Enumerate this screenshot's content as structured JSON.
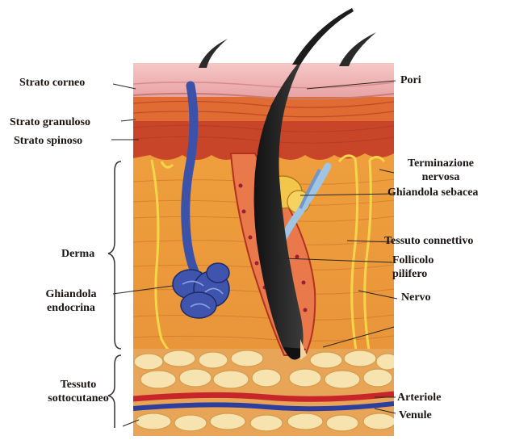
{
  "diagram": {
    "labels": {
      "strato_corneo": "Strato corneo",
      "strato_granuloso": "Strato granuloso",
      "strato_spinoso": "Strato spinoso",
      "derma": "Derma",
      "ghiandola_endocrina": [
        "Ghiandola",
        "endocrina"
      ],
      "tessuto_sottocutaneo": [
        "Tessuto",
        "sottocutaneo"
      ],
      "pori": "Pori",
      "terminazione_nervosa": [
        "Terminazione",
        "nervosa"
      ],
      "ghiandola_sebacea": "Ghiandola sebacea",
      "tessuto_connettivo": "Tessuto connettivo",
      "follicolo_pilifero": [
        "Follicolo",
        "pilifero"
      ],
      "nervo": "Nervo",
      "arteriole": "Arteriole",
      "venule": "Venule"
    }
  }
}
